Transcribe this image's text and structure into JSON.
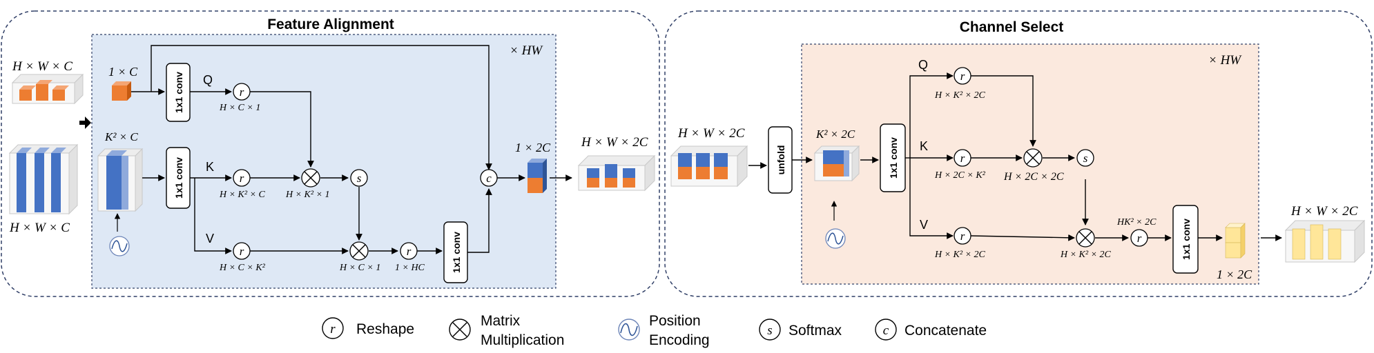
{
  "feature_alignment": {
    "title": "Feature Alignment",
    "repeat": "× HW",
    "input_top_label": "H × W × C",
    "input_bottom_label": "H × W × C",
    "query_vec_label": "1 × C",
    "kv_block_label": "K² × C",
    "conv_label": "1x1 conv",
    "q_letter": "Q",
    "k_letter": "K",
    "v_letter": "V",
    "q_shape": "H × C × 1",
    "k_shape": "H × K² × C",
    "v_shape": "H × C × K²",
    "qk_shape": "H × K² × 1",
    "attn_shape": "H × C × 1",
    "flat_shape": "1 × HC",
    "out_vec_label": "1 × 2C",
    "output_label": "H × W × 2C"
  },
  "channel_select": {
    "title": "Channel Select",
    "repeat": "× HW",
    "input_label": "H × W × 2C",
    "unfold_label": "unfold",
    "patch_label": "K² × 2C",
    "conv_label": "1x1 conv",
    "q_letter": "Q",
    "k_letter": "K",
    "v_letter": "V",
    "q_shape": "H × K² × 2C",
    "k_shape": "H × 2C × K²",
    "qk_shape": "H × 2C × 2C",
    "v_shape": "H × K² × 2C",
    "attn_shape": "H × K² × 2C",
    "reshape_shape": "HK² × 2C",
    "out_vec_label": "1 × 2C",
    "output_label": "H × W × 2C"
  },
  "symbols": {
    "reshape": "r",
    "softmax": "s",
    "concat": "c",
    "matmul": "×"
  },
  "legend": {
    "reshape": "Reshape",
    "matmul_line1": "Matrix",
    "matmul_line2": "Multiplication",
    "posenc_line1": "Position",
    "posenc_line2": "Encoding",
    "softmax": "Softmax",
    "concat": "Concatenate"
  },
  "colors": {
    "orange": "#ed7d31",
    "blue": "#4472c4",
    "yellow": "#ffe699",
    "fa_panel": "#dee8f5",
    "cs_panel": "#fbe9de",
    "border": "#1f3864"
  }
}
